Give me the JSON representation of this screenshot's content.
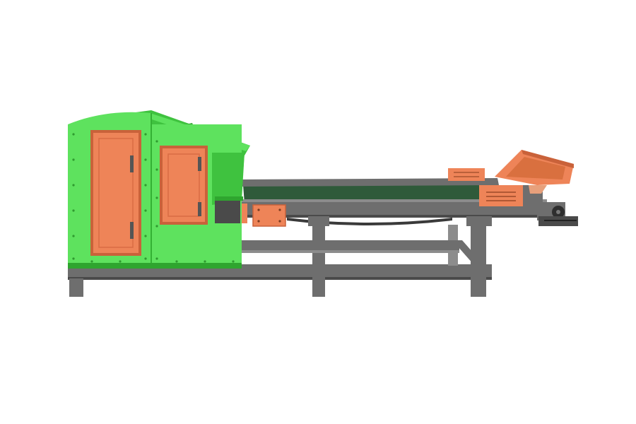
{
  "scene": {
    "subject": "machine-render",
    "colors": {
      "background": "#ffffff",
      "housing": "#5ee25e",
      "housing_dark": "#3fc23f",
      "housing_shadow": "#2fa52f",
      "door": "#ee8458",
      "door_edge": "#c9623a",
      "frame": "#6e6e6e",
      "frame_dark": "#4a4a4a",
      "frame_light": "#8c8c8c",
      "belt": "#2f5a3a",
      "hinge": "#555555"
    },
    "icons": [
      "machine-housing",
      "access-door",
      "conveyor-belt",
      "feed-hopper",
      "support-frame"
    ]
  }
}
